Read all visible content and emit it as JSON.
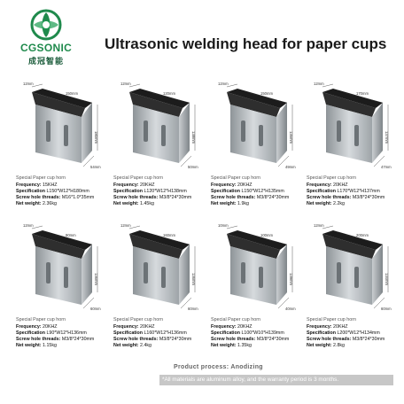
{
  "brand": {
    "name": "CGSONIC",
    "name_cn": "成冠智能"
  },
  "title": "Ultrasonic welding head for paper cups",
  "labels": {
    "frequency": "Frequency:",
    "specification": "Specification",
    "screw": "Screw hole threads:",
    "weight": "Net weight:"
  },
  "products": [
    {
      "caption": "Special Paper cup horn",
      "frequency": "15KHZ",
      "spec": "L150*W12*H180mm",
      "screw": "M16*1.0*35mm",
      "weight": "2.36kg",
      "dims": {
        "top": "12mm",
        "length": "150mm",
        "height": "180mm",
        "bottom": "54mm"
      }
    },
    {
      "caption": "Special Paper cup horn",
      "frequency": "20KHZ",
      "spec": "L120*W12*H138mm",
      "screw": "M3/8*24*30mm",
      "weight": "1.45kg",
      "dims": {
        "top": "12mm",
        "length": "120mm",
        "height": "138mm",
        "bottom": "50mm"
      }
    },
    {
      "caption": "Special Paper cup horn",
      "frequency": "20KHZ",
      "spec": "L150*W12*H135mm",
      "screw": "M3/8*24*30mm",
      "weight": "1.9kg",
      "dims": {
        "top": "12mm",
        "length": "150mm",
        "height": "135mm",
        "bottom": "49mm"
      }
    },
    {
      "caption": "Special Paper cup horn",
      "frequency": "20KHZ",
      "spec": "L170*W12*H137mm",
      "screw": "M3/8*24*30mm",
      "weight": "2.2kg",
      "dims": {
        "top": "12mm",
        "length": "170mm",
        "height": "137mm",
        "bottom": "47mm"
      }
    },
    {
      "caption": "Special Paper cup horn",
      "frequency": "20KHZ",
      "spec": "L90*W12*H136mm",
      "screw": "M3/8*24*30mm",
      "weight": "1.15kg",
      "dims": {
        "top": "12mm",
        "length": "90mm",
        "height": "136mm",
        "bottom": "60mm"
      }
    },
    {
      "caption": "Special Paper cup horn",
      "frequency": "20KHZ",
      "spec": "L160*W12*H136mm",
      "screw": "M3/8*24*30mm",
      "weight": "2.4kg",
      "dims": {
        "top": "12mm",
        "length": "160mm",
        "height": "136mm",
        "bottom": "60mm"
      }
    },
    {
      "caption": "Special Paper cup horn",
      "frequency": "20KHZ",
      "spec": "L100*W10*H139mm",
      "screw": "M3/8*24*30mm",
      "weight": "1.35kg",
      "dims": {
        "top": "10mm",
        "length": "100mm",
        "height": "139mm",
        "bottom": "40mm"
      }
    },
    {
      "caption": "Special Paper cup horn",
      "frequency": "20KHZ",
      "spec": "L200*W12*H134mm",
      "screw": "M3/8*24*30mm",
      "weight": "2.8kg",
      "dims": {
        "top": "12mm",
        "length": "200mm",
        "height": "134mm",
        "bottom": "60mm"
      }
    }
  ],
  "footer": {
    "process": "Product process: Anodizing",
    "note": "*All materials are aluminum alloy, and the warranty period is 3 months."
  },
  "colors": {
    "brand_green": "#1f8a4c",
    "black_anodized": "#1c1c1c",
    "aluminum": "#b9bec2",
    "footer_bar": "#c7c7c7"
  }
}
